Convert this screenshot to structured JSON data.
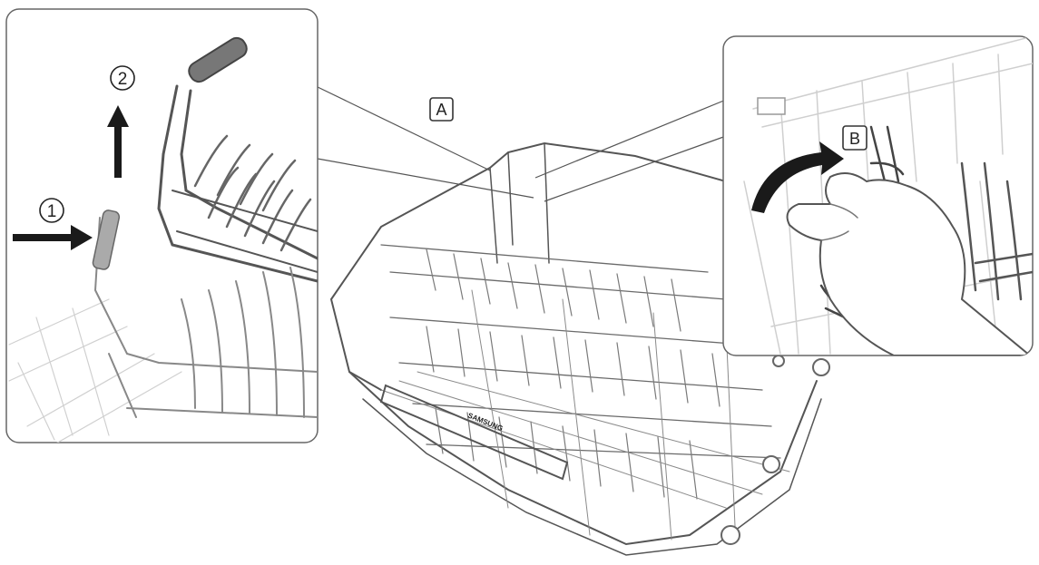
{
  "labels": {
    "step_1": "1",
    "step_2": "2",
    "callout_a": "A",
    "callout_b": "B",
    "brand": "SAMSUNG"
  },
  "colors": {
    "line": "#555555",
    "light_line": "#c8c8c8",
    "rail": "#6a6a6a",
    "arrow": "#1a1a1a",
    "panel_border": "#666666",
    "wheel": "#9a9a9a"
  }
}
